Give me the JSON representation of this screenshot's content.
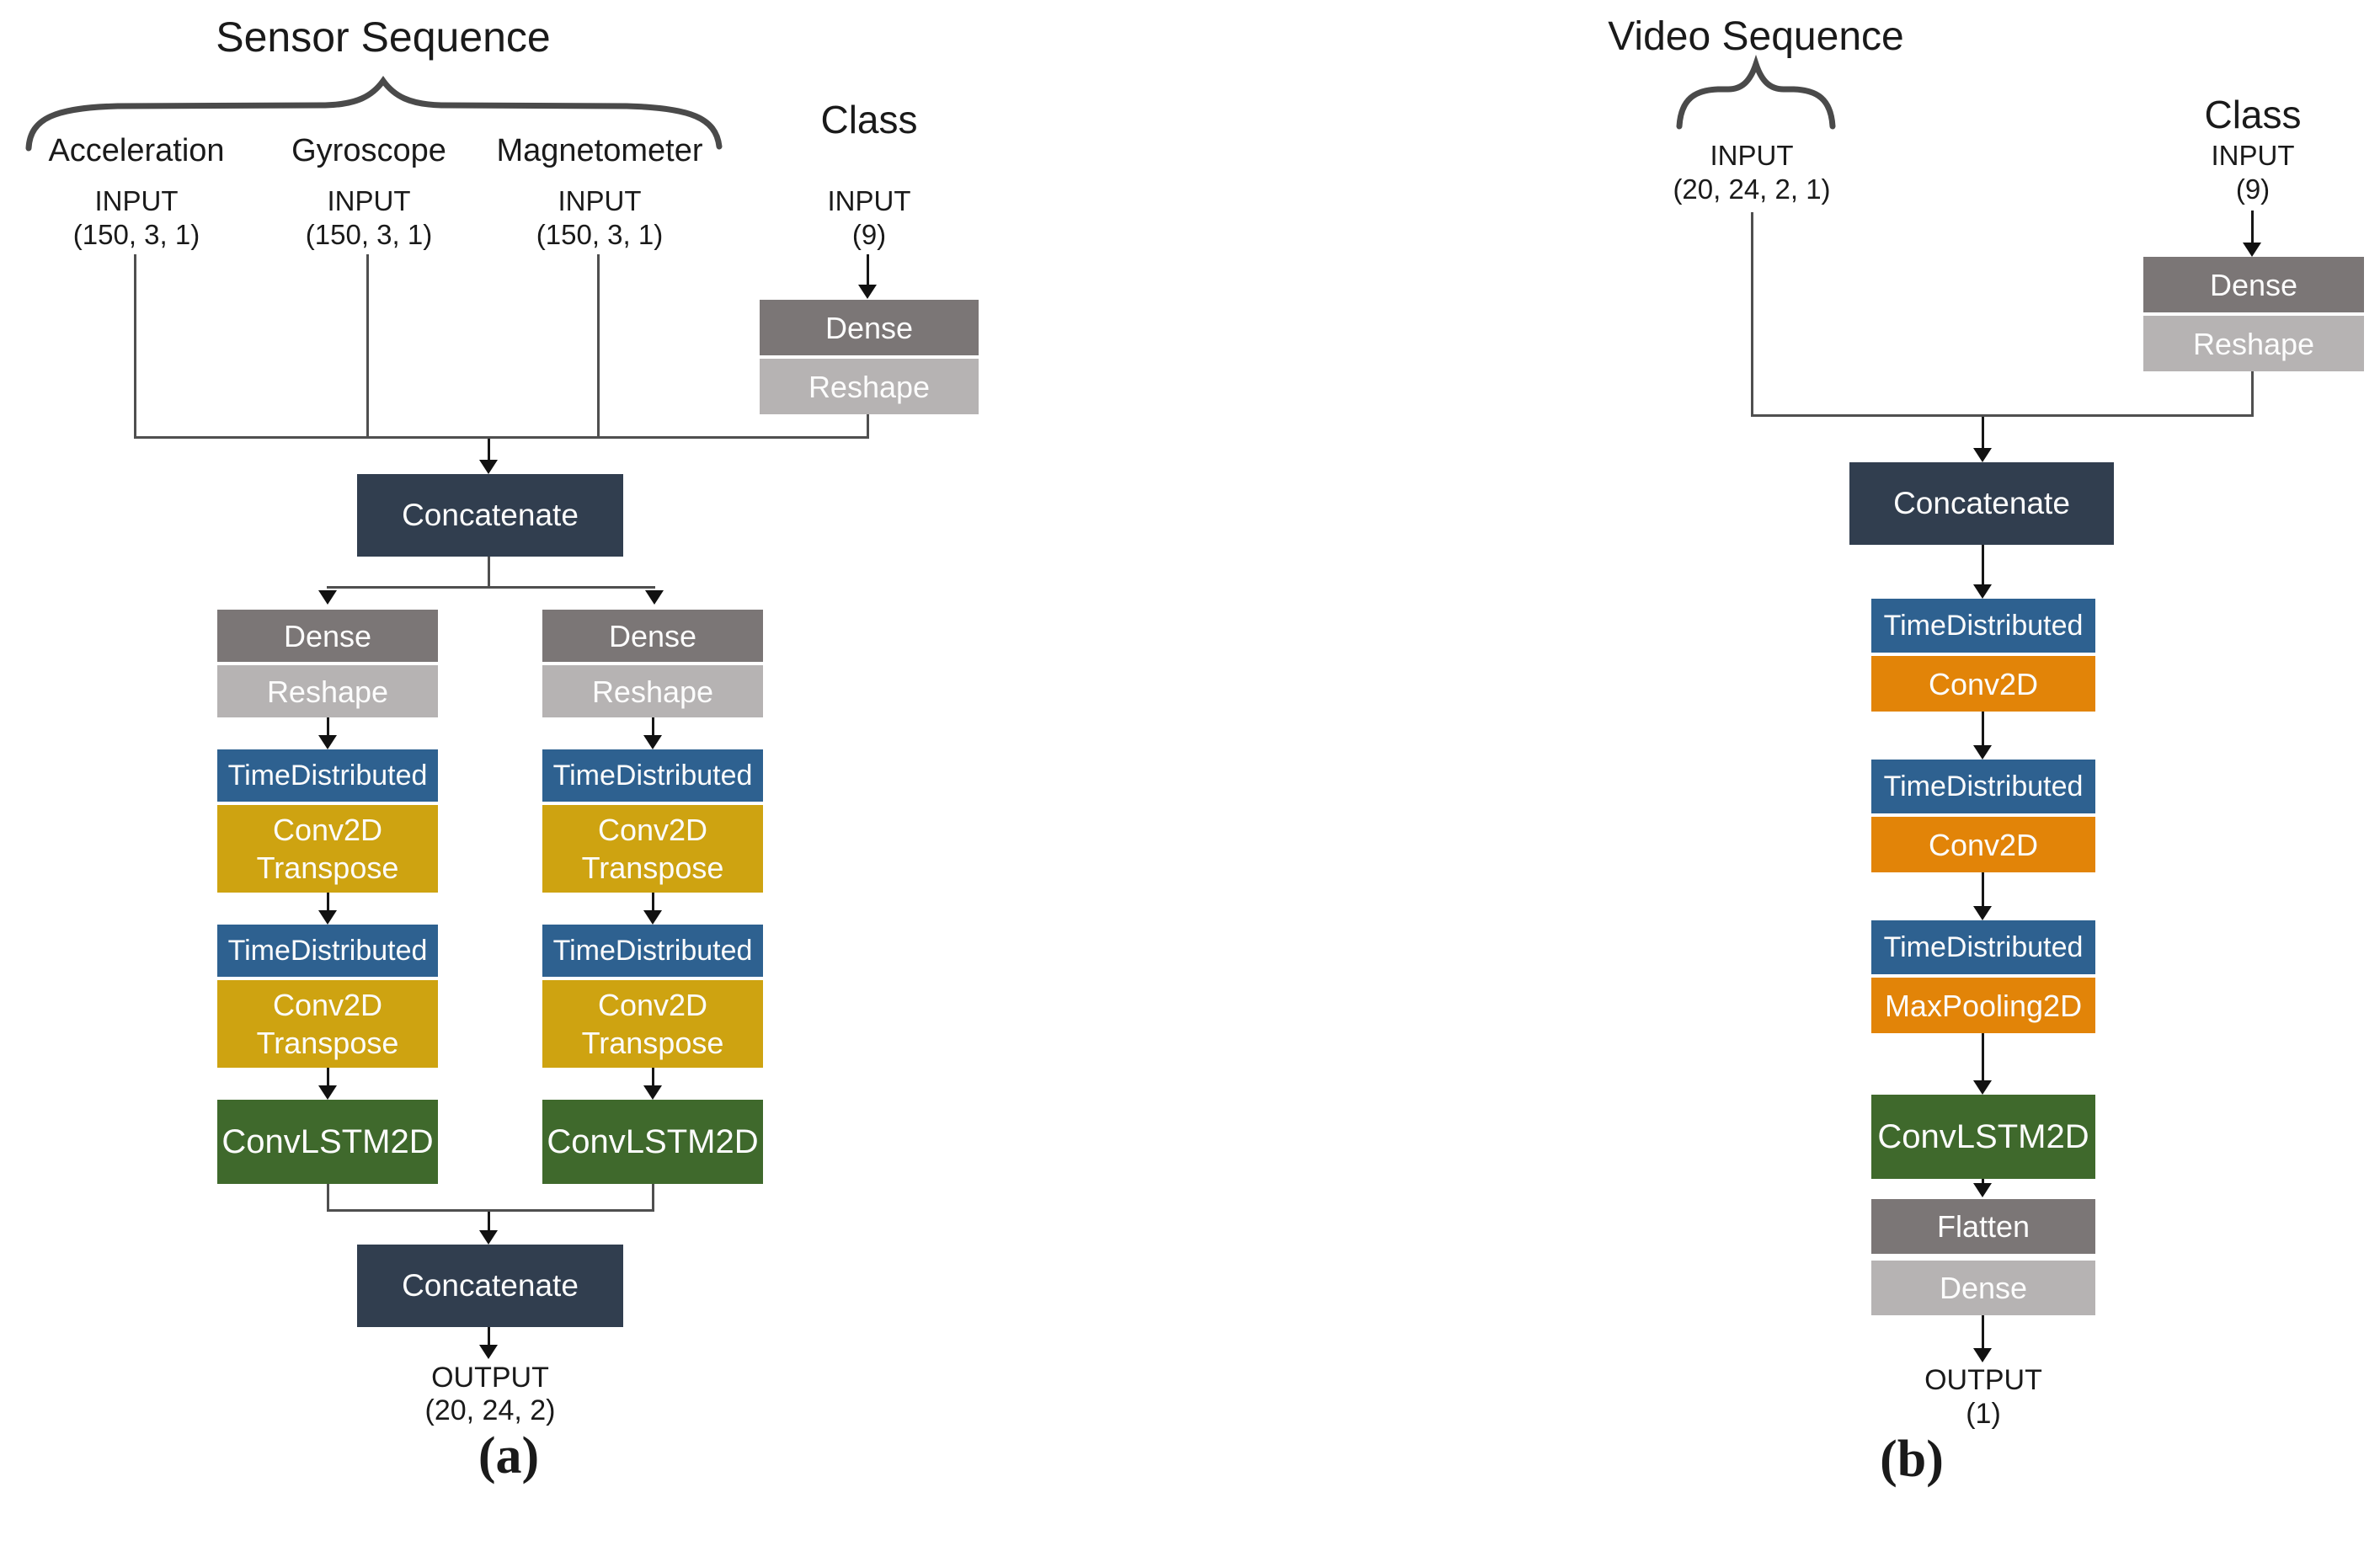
{
  "figure": {
    "panel_a": {
      "panel_label": "(a)",
      "title": "Sensor Sequence",
      "class_title": "Class",
      "sensors": [
        {
          "name": "Acceleration",
          "input_label": "INPUT",
          "shape": "(150, 3, 1)"
        },
        {
          "name": "Gyroscope",
          "input_label": "INPUT",
          "shape": "(150, 3, 1)"
        },
        {
          "name": "Magnetometer",
          "input_label": "INPUT",
          "shape": "(150, 3, 1)"
        }
      ],
      "class_input": {
        "label": "INPUT",
        "shape": "(9)"
      },
      "class_layers": [
        "Dense",
        "Reshape"
      ],
      "concat1": "Concatenate",
      "branch_layers": [
        "Dense",
        "Reshape",
        "TimeDistributed",
        "Conv2D\nTranspose",
        "TimeDistributed",
        "Conv2D\nTranspose",
        "ConvLSTM2D"
      ],
      "concat2": "Concatenate",
      "output": {
        "label": "OUTPUT",
        "shape": "(20, 24, 2)"
      }
    },
    "panel_b": {
      "panel_label": "(b)",
      "title": "Video Sequence",
      "class_title": "Class",
      "video_input": {
        "label": "INPUT",
        "shape": "(20, 24, 2, 1)"
      },
      "class_input": {
        "label": "INPUT",
        "shape": "(9)"
      },
      "class_layers": [
        "Dense",
        "Reshape"
      ],
      "concat": "Concatenate",
      "stack": [
        "TimeDistributed",
        "Conv2D",
        "TimeDistributed",
        "Conv2D",
        "TimeDistributed",
        "MaxPooling2D",
        "ConvLSTM2D",
        "Flatten",
        "Dense"
      ],
      "output": {
        "label": "OUTPUT",
        "shape": "(1)"
      }
    },
    "colors": {
      "concatenate_navy": "#313e4f",
      "timedistributed_blue": "#2e6190",
      "conv2dtranspose_gold": "#cea311",
      "conv2d_orange": "#e28408",
      "convlstm2d_green": "#3f692c",
      "dense_dark_gray": "#7b7676",
      "reshape_light_gray": "#b6b3b3"
    }
  }
}
